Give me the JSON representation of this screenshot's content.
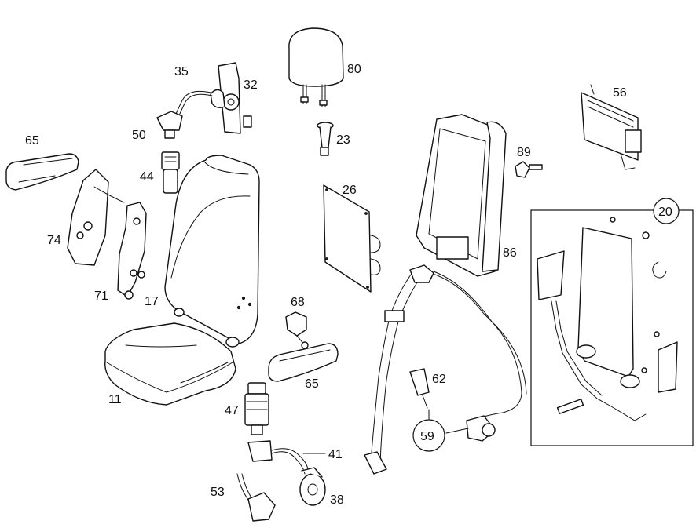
{
  "diagram": {
    "labels": [
      "80",
      "35",
      "32",
      "56",
      "50",
      "23",
      "89",
      "65",
      "44",
      "26",
      "20",
      "74",
      "86",
      "71",
      "17",
      "68",
      "62",
      "11",
      "65",
      "47",
      "59",
      "41",
      "53",
      "38"
    ],
    "circled_labels": [
      "20",
      "59"
    ]
  }
}
